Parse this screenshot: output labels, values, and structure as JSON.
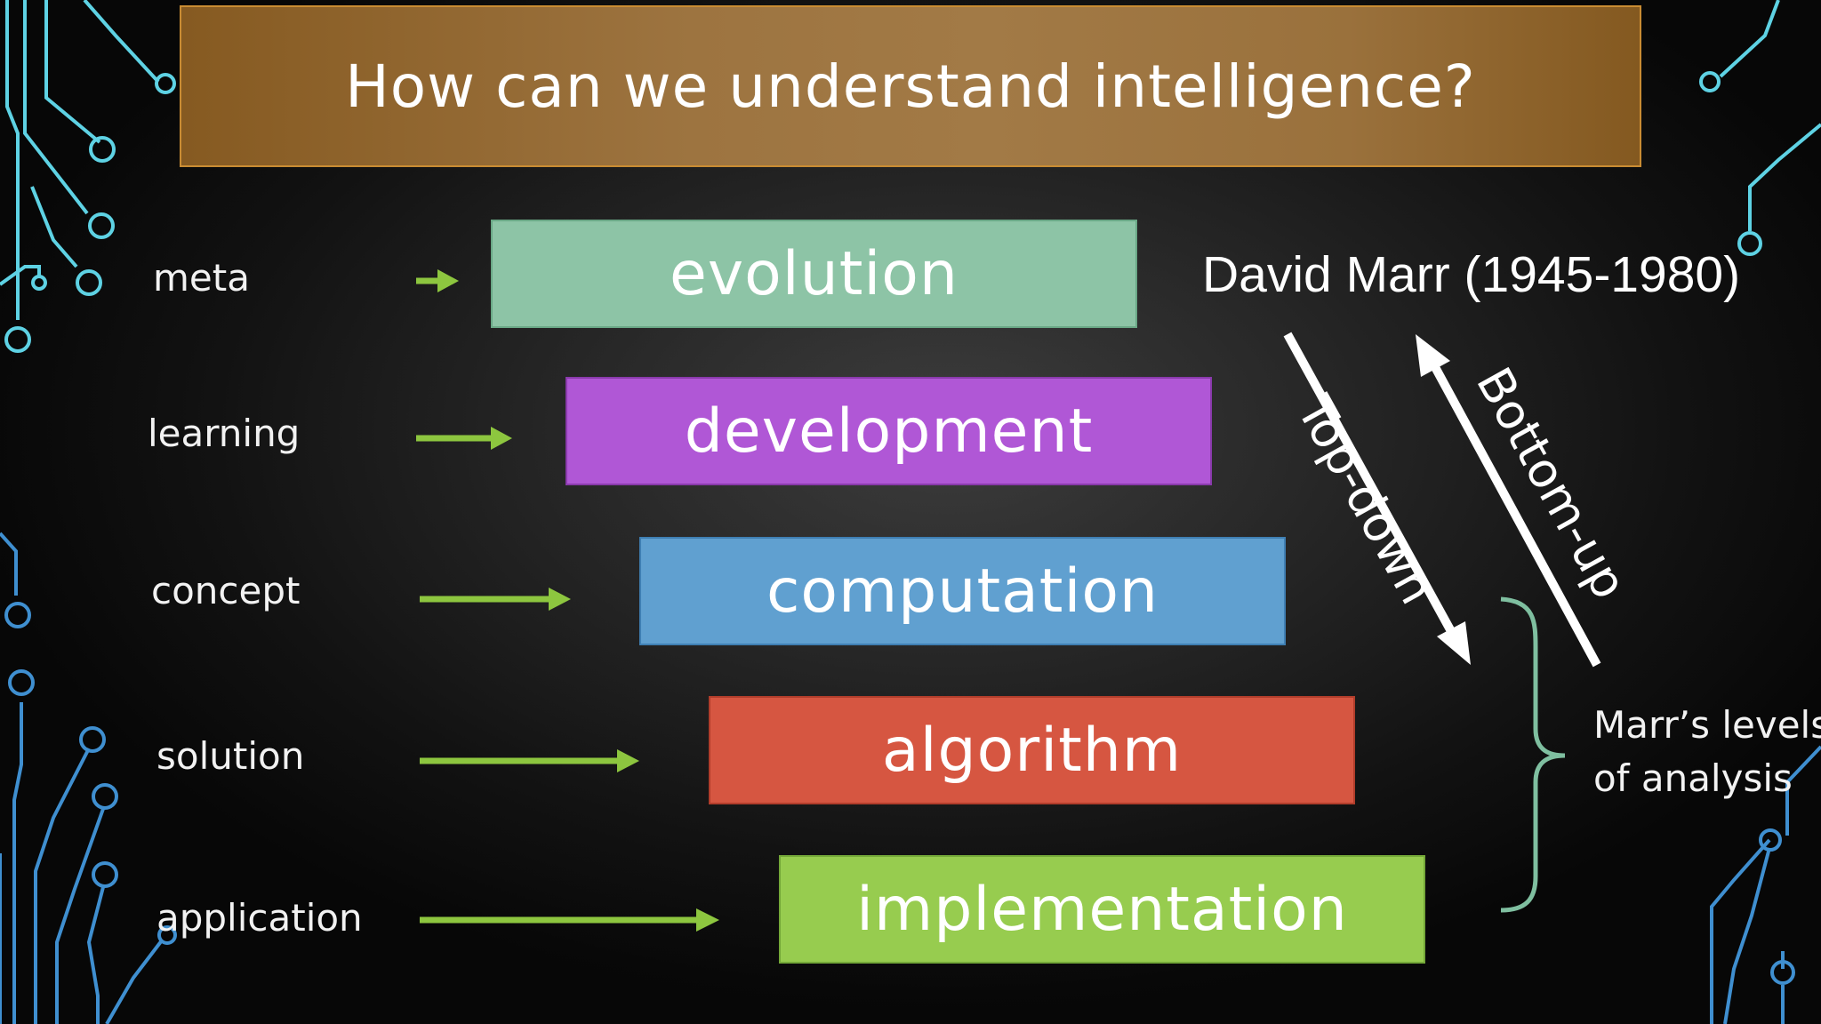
{
  "slide": {
    "title": "How can we understand intelligence?"
  },
  "levels": [
    {
      "row_label": "meta",
      "box_label": "evolution",
      "color": "#8dc4a6"
    },
    {
      "row_label": "learning",
      "box_label": "development",
      "color": "#b057d6"
    },
    {
      "row_label": "concept",
      "box_label": "computation",
      "color": "#60a0d0"
    },
    {
      "row_label": "solution",
      "box_label": "algorithm",
      "color": "#d65641"
    },
    {
      "row_label": "application",
      "box_label": "implementation",
      "color": "#97cc4f"
    }
  ],
  "annotations": {
    "author": "David Marr (1945-1980)",
    "top_down": "Top-down",
    "bottom_up": "Bottom-up",
    "marr_levels_line1": "Marr’s levels",
    "marr_levels_line2": "of analysis"
  },
  "colors": {
    "arrow_green": "#8dc63f",
    "circuit_cyan": "#5ed2e4",
    "circuit_blue": "#3f8fd0",
    "brace_teal": "#7fbfa0"
  }
}
